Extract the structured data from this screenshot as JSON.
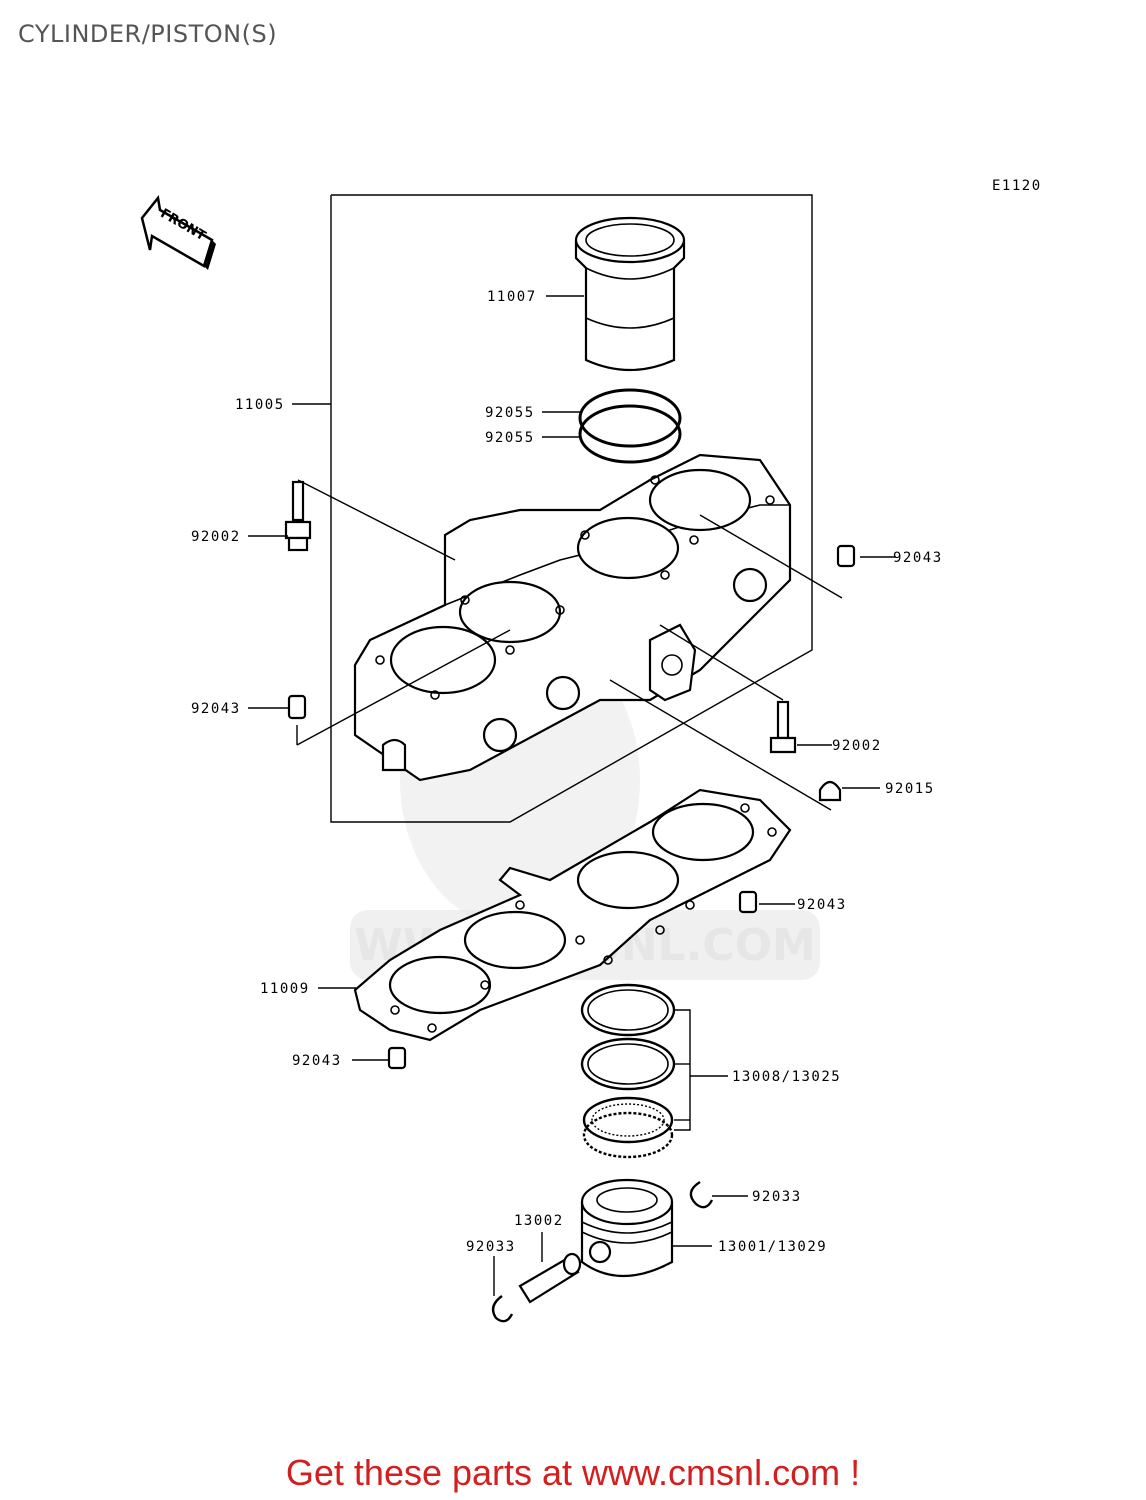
{
  "title": "CYLINDER/PISTON(S)",
  "diagram_code": "E1120",
  "front_label": "FRONT",
  "watermark_text": "WWW.CMSNL.COM",
  "footer": "Get these parts at www.cmsnl.com !",
  "colors": {
    "footer": "#d21f1f",
    "title": "#555555",
    "watermark": "#e6e6e6"
  },
  "parts": {
    "p11007": "11007",
    "p11005": "11005",
    "p92055a": "92055",
    "p92055b": "92055",
    "p92002a": "92002",
    "p92043a": "92043",
    "p92043b": "92043",
    "p92002b": "92002",
    "p92015": "92015",
    "p92043c": "92043",
    "p11009": "11009",
    "p92043d": "92043",
    "p13008": "13008/13025",
    "p92033a": "92033",
    "p13002": "13002",
    "p92033b": "92033",
    "p13001": "13001/13029"
  }
}
